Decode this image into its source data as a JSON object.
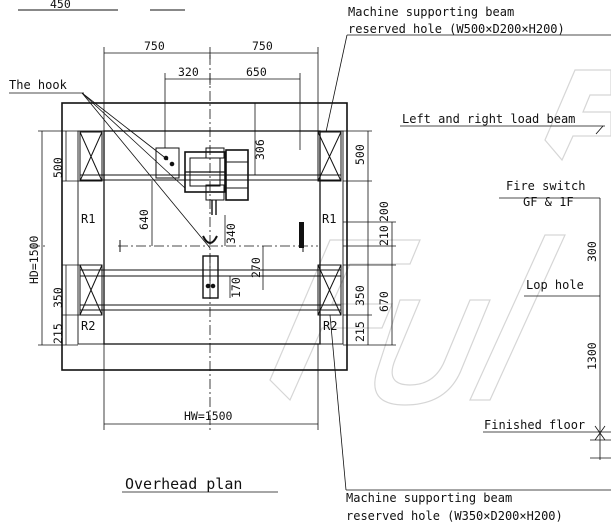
{
  "labels": {
    "machine_beam_top_1": "Machine supporting beam",
    "machine_beam_top_2": "reserved hole (W500×D200×H200)",
    "hook": "The hook",
    "load_beam": "Left and right load beam",
    "fire_switch_1": "Fire switch",
    "fire_switch_2": "GF & 1F",
    "lop_hole": "Lop hole",
    "finished_floor": "Finished floor",
    "overhead_plan": "Overhead plan",
    "machine_beam_bottom_1": "Machine supporting beam",
    "machine_beam_bottom_2": "reserved hole (W350×D200×H200)",
    "top_cut": "450",
    "r1_left": "R1",
    "r1_right": "R1",
    "r2_left": "R2",
    "r2_right": "R2"
  },
  "dimensions": {
    "top_left_750": "750",
    "top_right_750": "750",
    "d320": "320",
    "d650": "650",
    "d306": "306",
    "d500_left": "500",
    "d500_right": "500",
    "d640": "640",
    "d340": "340",
    "d200": "200",
    "d210": "210",
    "d270": "270",
    "d170": "170",
    "d350_left": "350",
    "d350_right": "350",
    "d670": "670",
    "d215_left": "215",
    "d215_right": "215",
    "hd": "HD=1500",
    "hw": "HW=1500",
    "r300": "300",
    "r1300": "1300"
  },
  "watermark": "FUJI"
}
